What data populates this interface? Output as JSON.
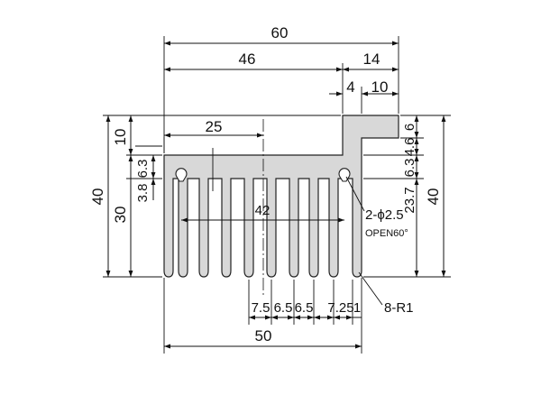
{
  "dimensions": {
    "overall_width": "60",
    "body_width": "46",
    "tab_width": "14",
    "tab_wall": "4",
    "tab_inner": "10",
    "half_width": "25",
    "base_height_left": "10",
    "offset_63": "6.3",
    "offset_38": "3.8",
    "fin_height": "30",
    "overall_height_left": "40",
    "fin_span": "42",
    "bottom_width": "50",
    "pitch_1": "7.5",
    "pitch_2": "6.5",
    "pitch_3": "6.5",
    "pitch_4": "7.25",
    "pitch_5": "1",
    "right_6": "6",
    "right_46": "4.6",
    "right_63": "6.3",
    "right_237": "23.7",
    "overall_height_right": "40"
  },
  "callouts": {
    "holes": "2-ϕ2.5",
    "opening": "OPEN60°",
    "radius": "8-R1"
  },
  "colors": {
    "part_fill": "#d8d8d8",
    "line": "#111111"
  }
}
